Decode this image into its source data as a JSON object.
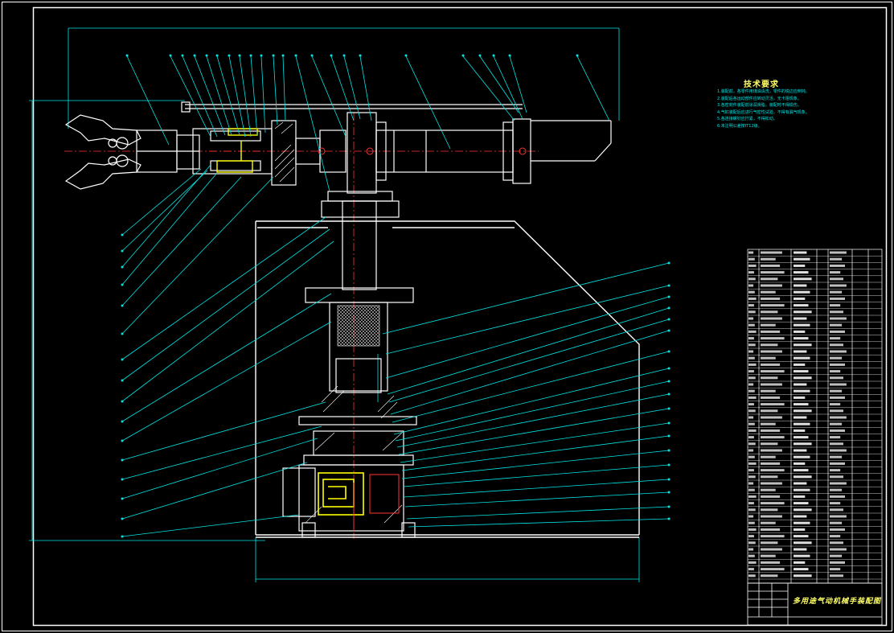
{
  "drawing": {
    "title": "多用途气动机械手装配图",
    "technical_requirements": {
      "title": "技术要求",
      "items": [
        "1.装配前，各零件用煤油清洗，零件的锐边应倒钝。",
        "2.装配后各运动部件应转动灵活，无卡阻现象。",
        "3.各密封件装配前涂润滑脂，装配时不得损伤。",
        "4.气缸装配后应进行气密性试验，不得有漏气现象。",
        "5.各连接螺钉应拧紧，不得松动。",
        "6.未注明公差按IT12级。"
      ]
    }
  },
  "colors": {
    "background": "#000000",
    "outline": "#ffffff",
    "leader": "#00e5e5",
    "part": "#ffff00",
    "centerline": "#ff3333",
    "dimension": "#00e5e5"
  }
}
